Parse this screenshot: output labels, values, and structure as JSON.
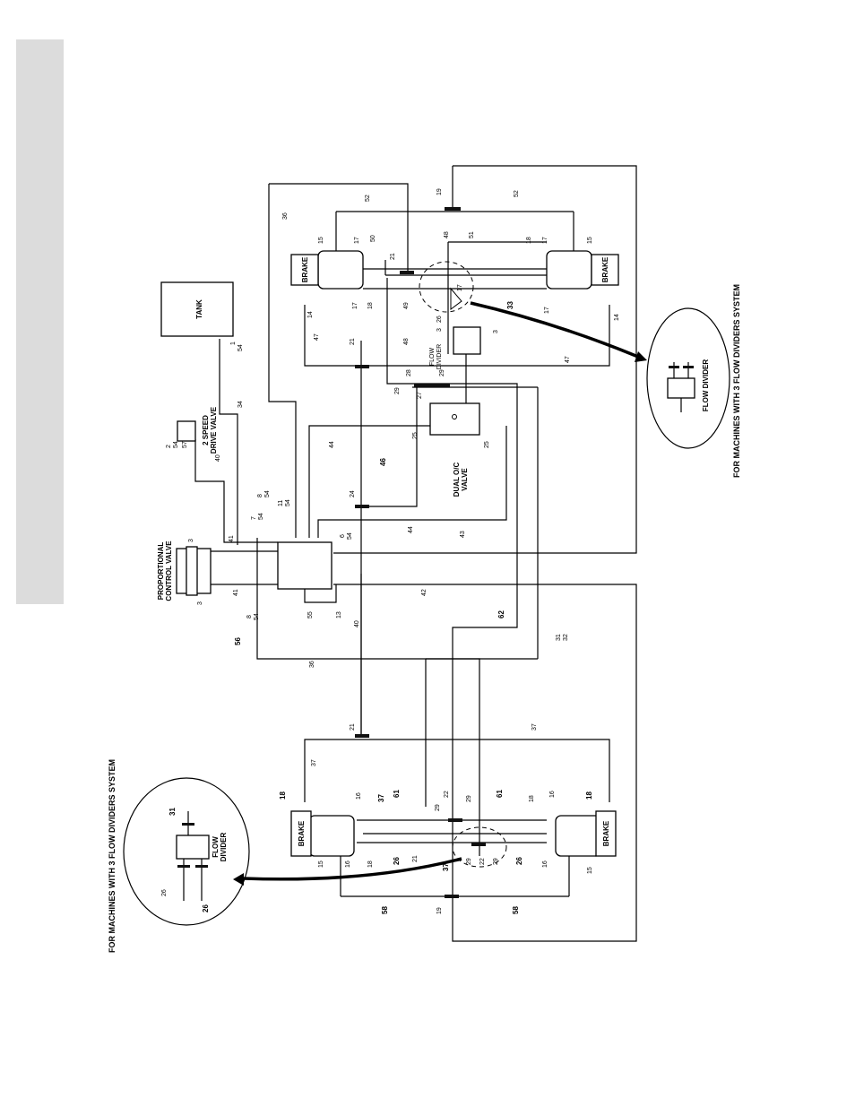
{
  "captions": {
    "bottom": "FOR MACHINES WITH 3 FLOW DIVIDERS SYSTEM",
    "top": "FOR MACHINES WITH 3 FLOW DIVIDERS SYSTEM"
  },
  "components": {
    "tank": "TANK",
    "proportional_control_valve": [
      "PROPORTIONAL",
      "CONTROL VALVE"
    ],
    "two_speed_drive_valve": [
      "2 SPEED",
      "DRIVE VALVE"
    ],
    "dual_oc_valve": [
      "DUAL O/C",
      "VALVE"
    ],
    "flow_divider_small": [
      "FLOW",
      "DIVIDER"
    ],
    "flow_divider_inset_top": "FLOW DIVIDER",
    "flow_divider_inset_bottom": [
      "FLOW",
      "DIVIDER"
    ],
    "brake": "BRAKE"
  },
  "line_labels": {
    "l1": "1",
    "l54a": "54",
    "l34": "34",
    "l2": "2",
    "l54b": "54",
    "l57": "57",
    "l40a": "40",
    "l36a": "36",
    "l52a": "52",
    "l52b": "52",
    "l19a": "19",
    "l15a": "15",
    "l17a": "17",
    "l50": "50",
    "l48a": "48",
    "l51": "51",
    "l18a": "18",
    "l17b": "17",
    "l15b": "15",
    "l21a": "21",
    "l14a": "14",
    "l17c": "17",
    "l18b": "18",
    "l49": "49",
    "l17d": "17",
    "l33": "33",
    "l17e": "17",
    "l14b": "14",
    "l26a": "26",
    "l3a": "3",
    "l3b": "3",
    "l47a": "47",
    "l21b": "21",
    "l48b": "48",
    "l47b": "47",
    "l28": "28",
    "l29a": "29",
    "l29b": "29",
    "l27": "27",
    "l25a": "25",
    "l25b": "25",
    "l44a": "44",
    "l46": "46",
    "l24": "24",
    "l44b": "44",
    "l8a": "8",
    "l54c": "54",
    "l11": "11",
    "l54d": "54",
    "l7": "7",
    "l54e": "54",
    "l6": "6",
    "l54f": "54",
    "l43": "43",
    "l3c": "3",
    "l3d": "3",
    "l41a": "41",
    "l41b": "41",
    "l8b": "8",
    "l54g": "54",
    "l56": "56",
    "l55": "55",
    "l13": "13",
    "l42": "42",
    "l40b": "40",
    "l62": "62",
    "l31a": "31",
    "l32": "32",
    "l36b": "36",
    "l21c": "21",
    "l37a": "37",
    "l37b": "37",
    "l18c": "18",
    "l16a": "16",
    "l37c": "37",
    "l61a": "61",
    "l29c": "29",
    "l22a": "22",
    "l29d": "29",
    "l61b": "61",
    "l18d": "18",
    "l16b": "16",
    "l18e": "18",
    "l16c": "16",
    "l18f": "18",
    "l15c": "15",
    "l26b": "26",
    "l21d": "21",
    "l37d": "37",
    "l29e": "29",
    "l22b": "22",
    "l29f": "29",
    "l26c": "26",
    "l16d": "16",
    "l15d": "15",
    "l58a": "58",
    "l19b": "19",
    "l58b": "58",
    "l31b": "31",
    "l26d": "26",
    "l26e": "26"
  },
  "colors": {
    "line": "#000000",
    "sidebar": "#dcdcdc",
    "background": "#ffffff"
  }
}
